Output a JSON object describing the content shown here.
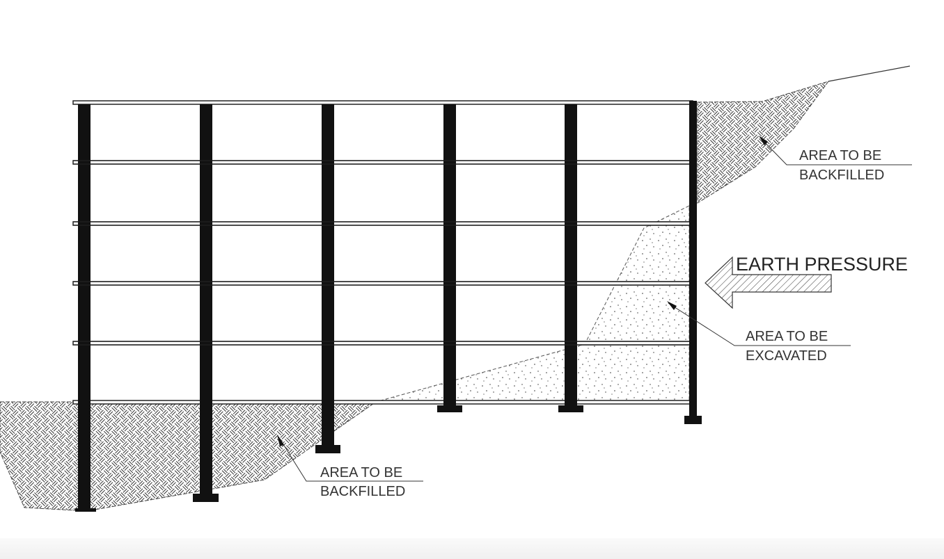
{
  "diagram": {
    "labels": {
      "backfill_top": {
        "line1": "AREA TO BE",
        "line2": "BACKFILLED"
      },
      "excavate": {
        "line1": "AREA TO BE",
        "line2": "EXCAVATED"
      },
      "backfill_bottom": {
        "line1": "AREA TO BE",
        "line2": "BACKFILLED"
      },
      "pressure": "EARTH PRESSURE"
    },
    "structure": {
      "columns": 6,
      "beams": 6
    },
    "colors": {
      "ink": "#111111",
      "text": "#333333"
    }
  }
}
